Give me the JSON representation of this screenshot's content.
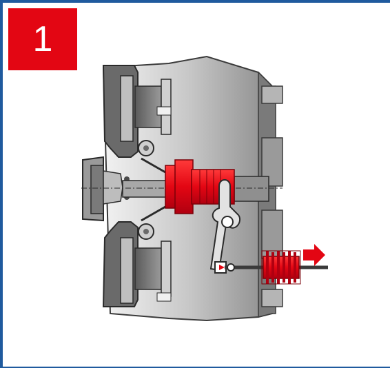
{
  "badge": {
    "number": "1"
  },
  "colors": {
    "frame_border": "#1f5a9e",
    "badge_background": "#e30613",
    "highlight_part": "#e30613",
    "housing_dark": "#4a4a4a",
    "housing_mid": "#8a8a8a",
    "housing_light": "#d8d8d8"
  },
  "diagram": {
    "subject": "clutch-assembly-cross-section",
    "highlighted_parts": [
      "release-bearing",
      "actuator-bellows",
      "push-arrow"
    ],
    "arrow_direction": "right"
  }
}
